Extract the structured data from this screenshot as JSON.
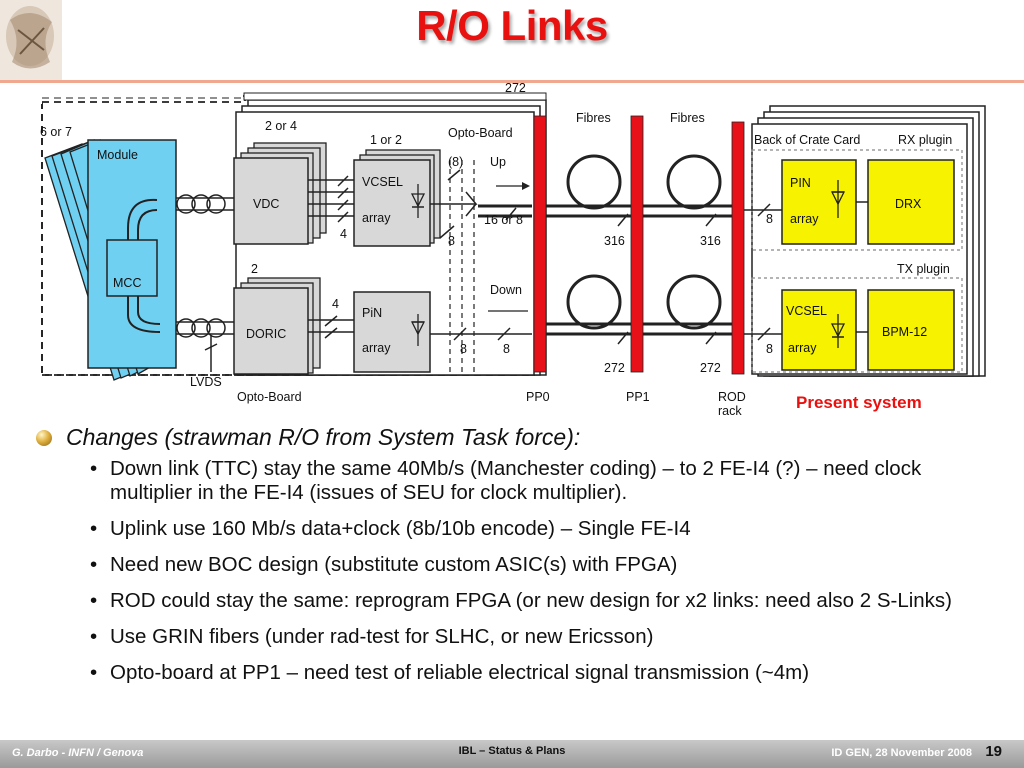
{
  "slide": {
    "title": "R/O Links",
    "present_label": "Present system"
  },
  "diagram": {
    "labels": {
      "count_272_top": "272",
      "six_or_seven": "6 or 7",
      "two_or_four": "2 or 4",
      "one_or_two": "1 or 2",
      "opto_board_top": "Opto-Board",
      "fibres_1": "Fibres",
      "fibres_2": "Fibres",
      "back_of_crate": "Back of Crate Card",
      "rx_plugin": "RX plugin",
      "tx_plugin": "TX plugin",
      "module": "Module",
      "mcc": "MCC",
      "vdc": "VDC",
      "doric": "DORIC",
      "vcsel_array_1": "VCSEL",
      "vcsel_array_2": "array",
      "pin_array_1": "PiN",
      "pin_array_2": "array",
      "up": "Up",
      "down": "Down",
      "eight_paren": "(8)",
      "sixteen_or_eight": "16 or 8",
      "four_a": "4",
      "four_b": "4",
      "two": "2",
      "eight_a": "8",
      "eight_b": "8",
      "eight_c": "8",
      "eight_d": "8",
      "eight_e": "8",
      "n316_a": "316",
      "n316_b": "316",
      "n272_a": "272",
      "n272_b": "272",
      "pin_rx_1": "PIN",
      "pin_rx_2": "array",
      "drx": "DRX",
      "vcsel_tx_1": "VCSEL",
      "vcsel_tx_2": "array",
      "bpm": "BPM-12",
      "lvds": "LVDS",
      "opto_board_bottom": "Opto-Board",
      "pp0": "PP0",
      "pp1": "PP1",
      "rod_1": "ROD",
      "rod_2": "rack"
    }
  },
  "content": {
    "heading": "Changes (strawman R/O from System Task force):",
    "bullets": [
      "Down link (TTC) stay the same 40Mb/s (Manchester coding) – to 2 FE-I4 (?) – need clock multiplier in the FE-I4 (issues of SEU for clock multiplier).",
      "Uplink use 160 Mb/s data+clock (8b/10b encode) – Single FE-I4",
      "Need new BOC design (substitute custom ASIC(s) with FPGA)",
      "ROD could stay the same: reprogram FPGA (or new design for x2 links: need also 2 S-Links)",
      "Use GRIN fibers (under rad-test for SLHC, or new Ericsson)",
      "Opto-board at PP1 – need test of reliable electrical signal transmission (~4m)"
    ]
  },
  "footer": {
    "left": "G. Darbo - INFN / Genova",
    "center": "IBL – Status & Plans",
    "right": "ID GEN, 28 November 2008",
    "page": "19"
  },
  "colors": {
    "title_red": "#e8110f",
    "module_blue": "#6fd0f2",
    "chip_gray": "#d8d8d8",
    "plugin_yellow": "#f7f200",
    "patch_red": "#e8111a"
  }
}
